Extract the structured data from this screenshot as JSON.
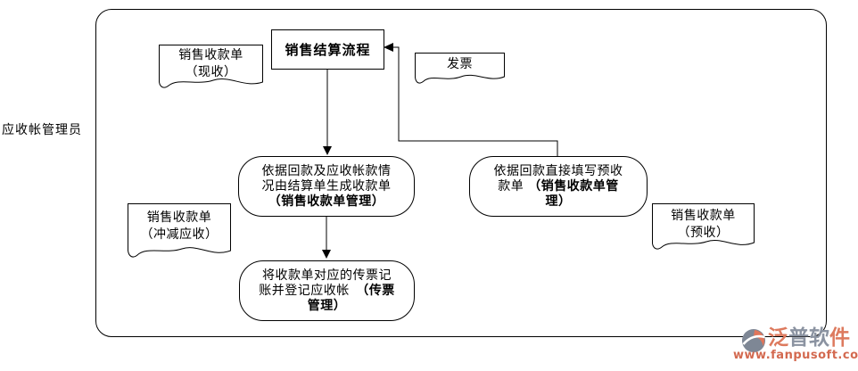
{
  "actor": {
    "label": "应收帐管理员"
  },
  "title": {
    "text": "销售结算流程"
  },
  "nodes": {
    "generate": {
      "line1": "依据回款及应收帐款情",
      "line2": "况由结算单生成收款单",
      "line3_bold": "（销售收款单管理）"
    },
    "prepaid": {
      "line1": "依据回款直接填写预收",
      "line2_normal": "款单 ",
      "line2_bold": "（销售收款单管",
      "line3_bold": "理）"
    },
    "voucher": {
      "line1": "将收款单对应的传票记",
      "line2_normal": "账并登记应收帐　",
      "line2_bold": "（传票",
      "line3_bold": "管理）"
    }
  },
  "documents": {
    "cash": {
      "line1": "销售收款单",
      "line2": "（现收）"
    },
    "invoice": {
      "line1": "发票"
    },
    "offset": {
      "line1": "销售收款单",
      "line2": "（冲减应收）"
    },
    "prepaid": {
      "line1": "销售收款单",
      "line2": "（预收）"
    }
  },
  "logo": {
    "name_chars": [
      "泛",
      "普",
      "软",
      "件"
    ],
    "url": "www.fanpusoft.com",
    "colors": {
      "salmon": "#dd7a5e",
      "gray": "#8b93a1",
      "url_red": "#d3694f",
      "icon_gray": "#7e8795",
      "line_black": "#000000"
    }
  }
}
